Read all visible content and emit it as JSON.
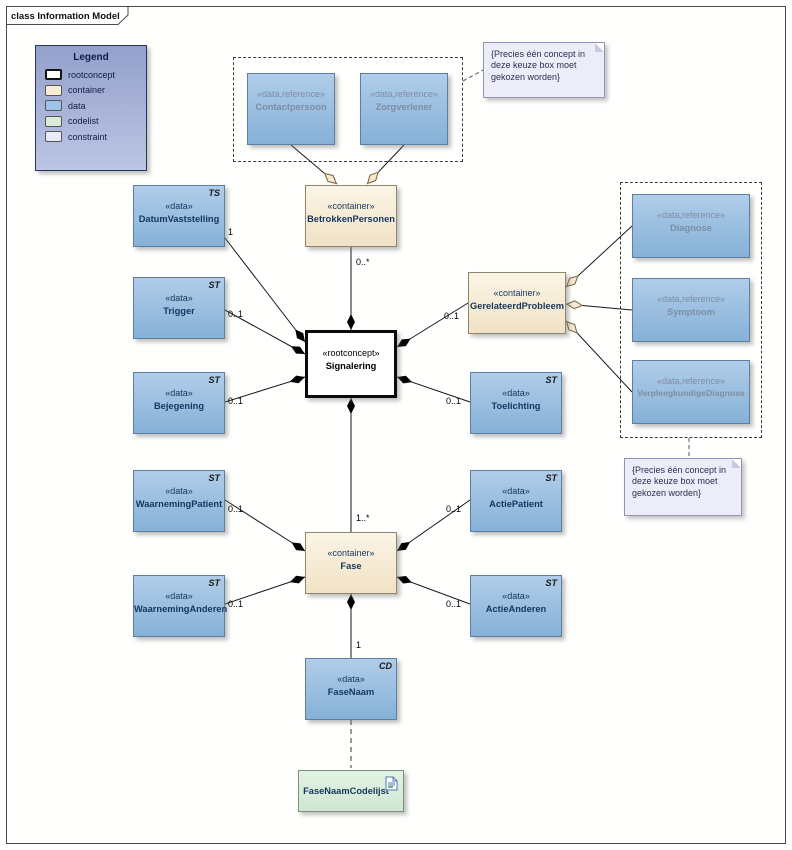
{
  "frame": {
    "title": "class Information Model"
  },
  "legend": {
    "title": "Legend",
    "items": [
      {
        "label": "rootconcept",
        "fill": "#ffffff"
      },
      {
        "label": "container",
        "fill": "#f7ecd4"
      },
      {
        "label": "data",
        "fill": "#9cc3e8"
      },
      {
        "label": "codelist",
        "fill": "#d9ecd9"
      },
      {
        "label": "constraint",
        "fill": "#eaeaf8"
      }
    ]
  },
  "nodes": {
    "contactpersoon": {
      "stereotype": "«data,reference»",
      "name": "Contactpersoon"
    },
    "zorgverlener": {
      "stereotype": "«data,reference»",
      "name": "Zorgverlener"
    },
    "betrokkenpersonen": {
      "stereotype": "«container»",
      "name": "BetrokkenPersonen"
    },
    "datumvaststelling": {
      "stereotype": "«data»",
      "name": "DatumVaststelling",
      "tag": "TS"
    },
    "trigger": {
      "stereotype": "«data»",
      "name": "Trigger",
      "tag": "ST"
    },
    "bejegening": {
      "stereotype": "«data»",
      "name": "Bejegening",
      "tag": "ST"
    },
    "signalering": {
      "stereotype": "«rootconcept»",
      "name": "Signalering"
    },
    "gerelateerdprobleem": {
      "stereotype": "«container»",
      "name": "GerelateerdProbleem"
    },
    "diagnose": {
      "stereotype": "«data,reference»",
      "name": "Diagnose"
    },
    "symptoom": {
      "stereotype": "«data,reference»",
      "name": "Symptoom"
    },
    "verpleegkundigediagnose": {
      "stereotype": "«data,reference»",
      "name": "VerpleegkundigeDiagnose"
    },
    "toelichting": {
      "stereotype": "«data»",
      "name": "Toelichting",
      "tag": "ST"
    },
    "waarnemingpatient": {
      "stereotype": "«data»",
      "name": "WaarnemingPatient",
      "tag": "ST"
    },
    "waarneminganderen": {
      "stereotype": "«data»",
      "name": "WaarnemingAnderen",
      "tag": "ST"
    },
    "fase": {
      "stereotype": "«container»",
      "name": "Fase"
    },
    "actiepatient": {
      "stereotype": "«data»",
      "name": "ActiePatient",
      "tag": "ST"
    },
    "actieanderen": {
      "stereotype": "«data»",
      "name": "ActieAnderen",
      "tag": "ST"
    },
    "fasenaam": {
      "stereotype": "«data»",
      "name": "FaseNaam",
      "tag": "CD"
    },
    "fasenaamcodelijst": {
      "name": "FaseNaamCodelijst"
    }
  },
  "notes": {
    "top": "{Precies één concept in deze keuze box moet gekozen worden}",
    "right": "{Precies één concept in deze keuze box moet gekozen worden}"
  },
  "mult": {
    "datumvaststelling": "1",
    "trigger": "0..1",
    "bejegening": "0..1",
    "betrokkenpersonen": "0..*",
    "gerelateerdprobleem": "0..1",
    "toelichting": "0..1",
    "fase": "1..*",
    "waarnemingpatient": "0..1",
    "waarneminganderen": "0..1",
    "actiepatient": "0..1",
    "actieanderen": "0..1",
    "fasenaam": "1"
  }
}
